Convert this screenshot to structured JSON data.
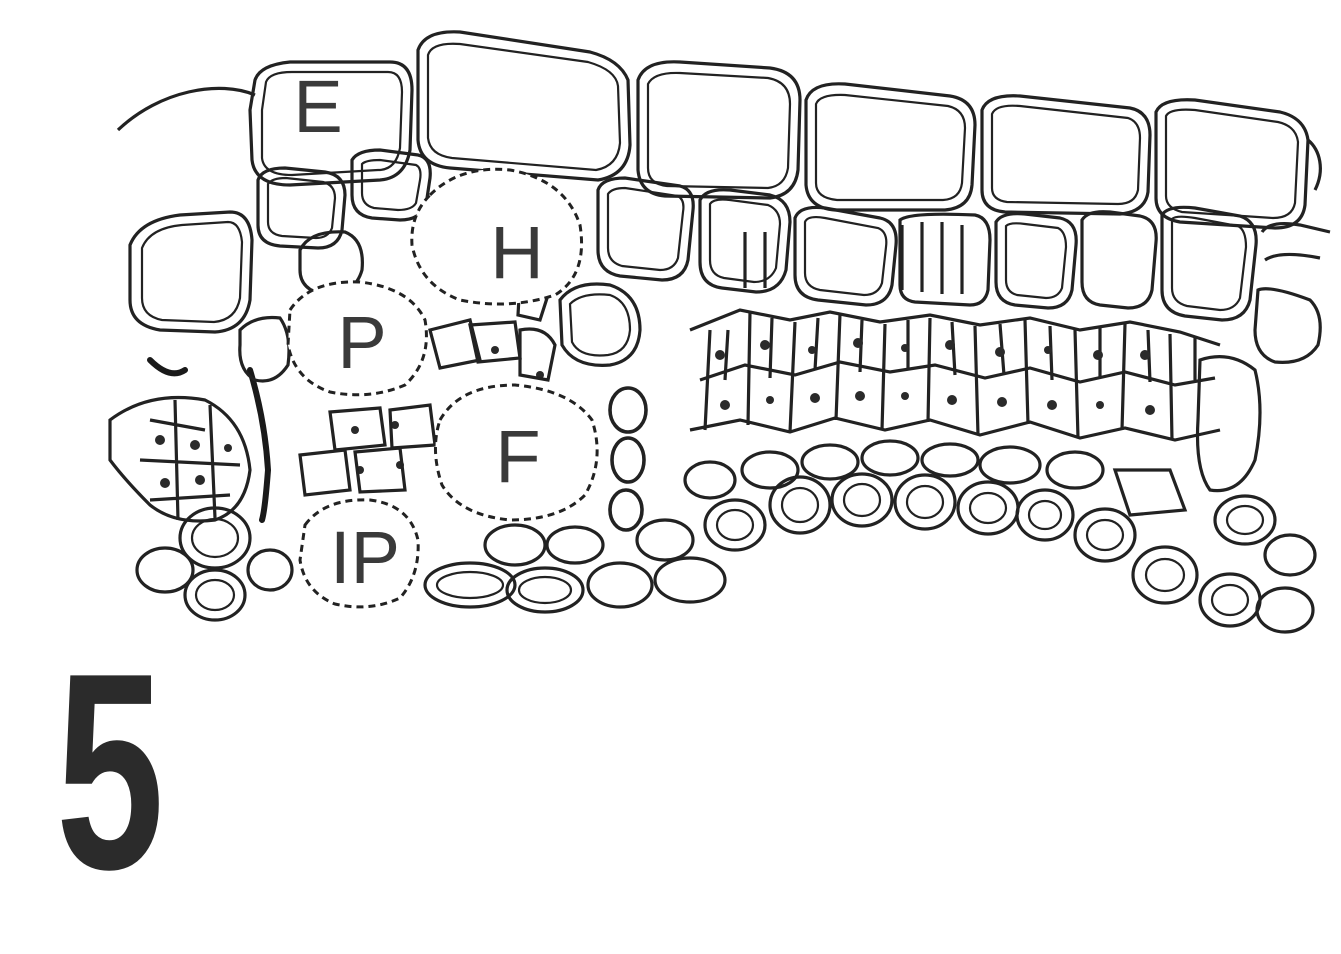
{
  "figure": {
    "number": "5",
    "labels": {
      "E": "E",
      "H": "H",
      "P": "P",
      "F": "F",
      "IP": "IP"
    }
  },
  "colors": {
    "ink": "#222222",
    "background": "#ffffff"
  }
}
